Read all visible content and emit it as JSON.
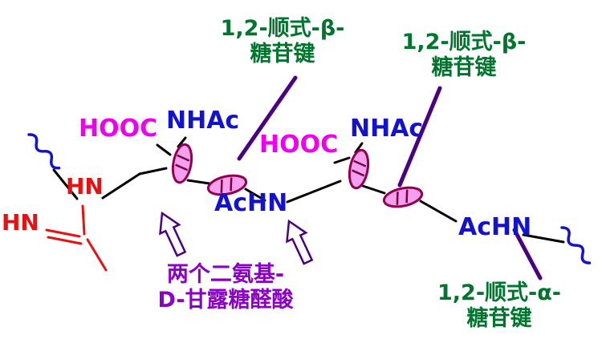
{
  "labels": {
    "beta_top": {
      "line1": "1,2-顺式-β-",
      "line2": "糖苷键"
    },
    "beta_right": {
      "line1": "1,2-顺式-β-",
      "line2": "糖苷键"
    },
    "alpha_right": {
      "line1": "1,2-顺式-α-",
      "line2": "糖苷键"
    },
    "diamino": {
      "line1": "两个二氨基-",
      "line2": "D-甘露糖醛酸"
    },
    "hooc_left": "HOOC",
    "hooc_right": "HOOC",
    "nhac_left": "NHAc",
    "nhac_right": "NHAc",
    "achn_left": "AcHN",
    "achn_right": "AcHN",
    "hn_amide": "HN",
    "hn_imine": "HN"
  },
  "colors": {
    "glycosidic_label_green": "#00752e",
    "carboxyl_magenta": "#ee00ee",
    "acetamido_blue": "#1212cf",
    "amidine_red": "#e81111",
    "diamino_purple": "#8a00c4",
    "pointer_dark_violet": "#4b0082",
    "ring_fill_pink": "#f5a0ee",
    "ring_stroke_maroon": "#90004e",
    "wavy_bond_blue": "#1212cf",
    "bond_black": "#000000"
  }
}
